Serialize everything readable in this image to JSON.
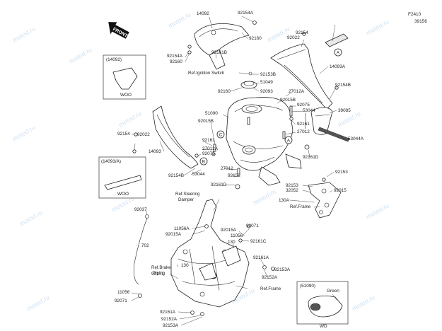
{
  "figure_code": "F2410",
  "watermark_text": "motod.ru",
  "front_label": "FRONT",
  "labels": {
    "p92154a_top": "92154A",
    "p14092": "14092",
    "p92154_top": "92154",
    "p39156": "39156",
    "p92022_top": "92022",
    "p92160_top": "92160",
    "p92154a_mid": "92154A",
    "p92160_mid": "92160",
    "p92161b": "92161B",
    "p14093a": "14093A",
    "p92153b": "92153B",
    "p51049": "51049",
    "p92160_c": "92160",
    "p92093": "92093",
    "p27012a_r": "27012A",
    "p92154b": "92154B",
    "p92015b_r": "92015B",
    "p92075_r": "92075",
    "p53044_r": "53044",
    "p39085": "39085",
    "p51090": "51090",
    "p92015b_l": "92015B",
    "p92161_r": "92161",
    "p27012_r": "27012",
    "p53044a": "53044A",
    "p92154_l": "92154",
    "p92022_l": "92022",
    "p92161_l": "92161",
    "p14093": "14093",
    "p27012a_l": "27012A",
    "p92075_l": "92075",
    "p92161d": "92161D",
    "p92154b_l": "92154B",
    "p53044_l": "53044",
    "p27012_l": "27012",
    "p92152": "92152",
    "p92153_r": "92153",
    "p92153_r2": "92153",
    "p32052": "32052",
    "p92015": "92015",
    "p92161d_b": "92161D",
    "p130a": "130A",
    "p92037": "92037",
    "p11056a": "11056A",
    "p92015a_l": "92015A",
    "p92015a_r": "92015A",
    "p92071_r": "92071",
    "p11056_r": "11056",
    "p130_m": "130",
    "p92161c": "92161C",
    "p702": "702",
    "p130_l": "130",
    "p92171": "92171",
    "p92161a_r": "92161A",
    "p92153a_r": "92153A",
    "p92152a_r": "92152A",
    "p11056_l": "11056",
    "p92071_l": "92071",
    "p92161a_b": "92161A",
    "p92152a_b": "92152A",
    "p92153a_b": "92153A"
  },
  "refs": {
    "ignition": "Ref.Ignition Switch",
    "steering1": "Ref.Steering",
    "steering2": "Damper",
    "frame_r": "Ref.Frame",
    "frame_b": "Ref.Frame",
    "brake1": "Ref.Brake",
    "brake2": "Piping"
  },
  "callouts": {
    "a": "A",
    "b": "B",
    "c": "C"
  },
  "insets": {
    "box1_title": "(14092)",
    "box1_code": "WOO",
    "box2_title": "(14093/A)",
    "box2_code": "WOO",
    "box3_title": "(51090)",
    "box3_color": "Green",
    "box3_code": "WD"
  }
}
